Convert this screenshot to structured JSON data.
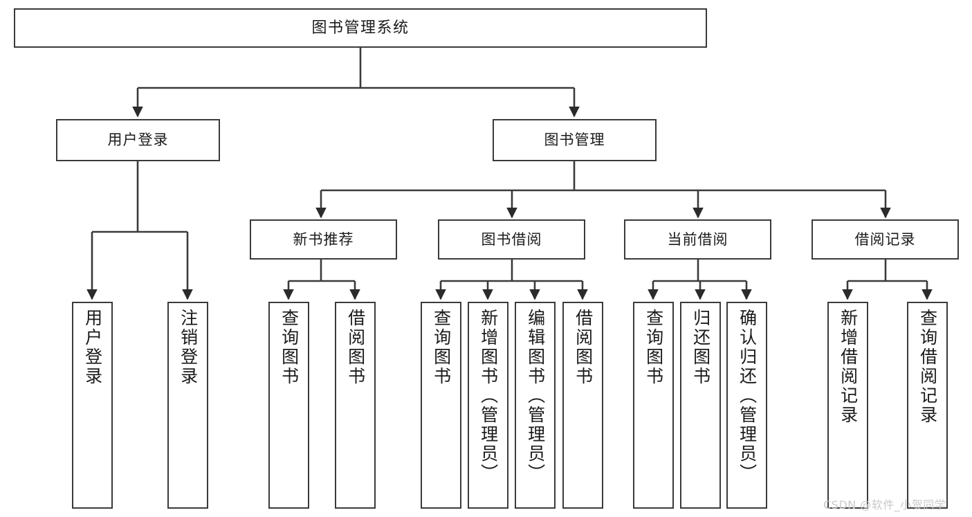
{
  "diagram": {
    "title": "图书管理系统",
    "type": "tree-hierarchy",
    "watermark": "CSDN @软件_小贺同学",
    "colors": {
      "stroke": "#3a3a3a",
      "fill": "#ffffff",
      "text": "#1a1a1a",
      "watermark": "#c9c9c9"
    },
    "nodes": {
      "root": {
        "label": "图书管理系统",
        "level": 1,
        "orientation": "horizontal"
      },
      "l2": [
        {
          "id": "user-login",
          "label": "用户登录",
          "level": 2,
          "orientation": "horizontal"
        },
        {
          "id": "book-manage",
          "label": "图书管理",
          "level": 2,
          "orientation": "horizontal"
        }
      ],
      "l3": [
        {
          "id": "new-book-rec",
          "label": "新书推荐",
          "level": 3,
          "orientation": "horizontal",
          "parent": "book-manage"
        },
        {
          "id": "book-borrow",
          "label": "图书借阅",
          "level": 3,
          "orientation": "horizontal",
          "parent": "book-manage"
        },
        {
          "id": "current-borrow",
          "label": "当前借阅",
          "level": 3,
          "orientation": "horizontal",
          "parent": "book-manage"
        },
        {
          "id": "borrow-record",
          "label": "借阅记录",
          "level": 3,
          "orientation": "horizontal",
          "parent": "book-manage"
        }
      ],
      "leaves": [
        {
          "id": "leaf-user-login",
          "label": "用户登录",
          "parent": "user-login",
          "orientation": "vertical"
        },
        {
          "id": "leaf-user-logout",
          "label": "注销登录",
          "parent": "user-login",
          "orientation": "vertical"
        },
        {
          "id": "leaf-nbr-query",
          "label": "查询图书",
          "parent": "new-book-rec",
          "orientation": "vertical"
        },
        {
          "id": "leaf-nbr-borrow",
          "label": "借阅图书",
          "parent": "new-book-rec",
          "orientation": "vertical"
        },
        {
          "id": "leaf-bb-query",
          "label": "查询图书",
          "parent": "book-borrow",
          "orientation": "vertical"
        },
        {
          "id": "leaf-bb-add",
          "label": "新增图书（管理员）",
          "parent": "book-borrow",
          "orientation": "vertical"
        },
        {
          "id": "leaf-bb-edit",
          "label": "编辑图书（管理员）",
          "parent": "book-borrow",
          "orientation": "vertical"
        },
        {
          "id": "leaf-bb-borrow",
          "label": "借阅图书",
          "parent": "book-borrow",
          "orientation": "vertical"
        },
        {
          "id": "leaf-cb-query",
          "label": "查询图书",
          "parent": "current-borrow",
          "orientation": "vertical"
        },
        {
          "id": "leaf-cb-return",
          "label": "归还图书",
          "parent": "current-borrow",
          "orientation": "vertical"
        },
        {
          "id": "leaf-cb-confirm",
          "label": "确认归还（管理员）",
          "parent": "current-borrow",
          "orientation": "vertical"
        },
        {
          "id": "leaf-br-add",
          "label": "新增借阅记录",
          "parent": "borrow-record",
          "orientation": "vertical"
        },
        {
          "id": "leaf-br-query",
          "label": "查询借阅记录",
          "parent": "borrow-record",
          "orientation": "vertical"
        }
      ]
    }
  }
}
